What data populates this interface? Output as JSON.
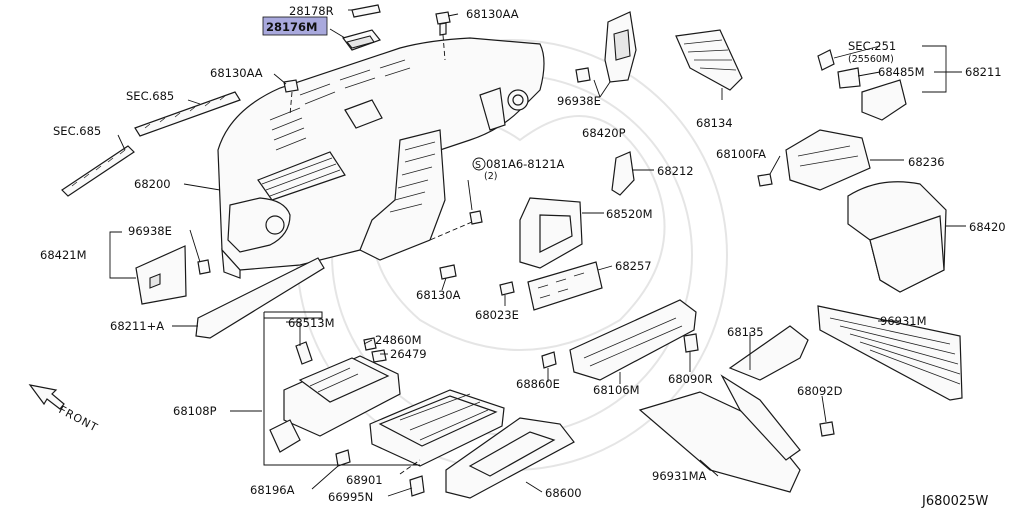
{
  "diagram_id": "J680025W",
  "direction_label": "FRONT",
  "highlight_color": "#a9a9dd",
  "parts": [
    {
      "id": "p28178R",
      "label": "28178R"
    },
    {
      "id": "p28176M",
      "label": "28176M",
      "highlighted": true
    },
    {
      "id": "p68130AA_top",
      "label": "68130AA"
    },
    {
      "id": "p68130AA_left",
      "label": "68130AA"
    },
    {
      "id": "pSEC685_a",
      "label": "SEC.685"
    },
    {
      "id": "pSEC685_b",
      "label": "SEC.685"
    },
    {
      "id": "p68200",
      "label": "68200"
    },
    {
      "id": "p96938E_left",
      "label": "96938E"
    },
    {
      "id": "p68421M",
      "label": "68421M"
    },
    {
      "id": "p68211A",
      "label": "68211+A"
    },
    {
      "id": "p96938E_top",
      "label": "96938E"
    },
    {
      "id": "p68420P",
      "label": "68420P"
    },
    {
      "id": "p68134",
      "label": "68134"
    },
    {
      "id": "pSEC251",
      "label": "SEC.251"
    },
    {
      "id": "p25560M",
      "label": "(25560M)"
    },
    {
      "id": "p68485M",
      "label": "68485M"
    },
    {
      "id": "p68211",
      "label": "68211"
    },
    {
      "id": "p081A6",
      "label": "081A6-8121A",
      "prefix": "S"
    },
    {
      "id": "p081A6_qty",
      "label": "(2)"
    },
    {
      "id": "p68212",
      "label": "68212"
    },
    {
      "id": "p68100FA",
      "label": "68100FA"
    },
    {
      "id": "p68236",
      "label": "68236"
    },
    {
      "id": "p68520M",
      "label": "68520M"
    },
    {
      "id": "p68420",
      "label": "68420"
    },
    {
      "id": "p68257",
      "label": "68257"
    },
    {
      "id": "p68130A",
      "label": "68130A"
    },
    {
      "id": "p68023E",
      "label": "68023E"
    },
    {
      "id": "p96931M",
      "label": "96931M"
    },
    {
      "id": "p68513M",
      "label": "68513M"
    },
    {
      "id": "p24860M",
      "label": "24860M"
    },
    {
      "id": "p26479",
      "label": "26479"
    },
    {
      "id": "p68135",
      "label": "68135"
    },
    {
      "id": "p68860E",
      "label": "68860E"
    },
    {
      "id": "p68106M",
      "label": "68106M"
    },
    {
      "id": "p68090R",
      "label": "68090R"
    },
    {
      "id": "p68092D",
      "label": "68092D"
    },
    {
      "id": "p68108P",
      "label": "68108P"
    },
    {
      "id": "p68901",
      "label": "68901"
    },
    {
      "id": "p68196A",
      "label": "68196A"
    },
    {
      "id": "p66995N",
      "label": "66995N"
    },
    {
      "id": "p68600",
      "label": "68600"
    },
    {
      "id": "p96931MA",
      "label": "96931MA"
    }
  ]
}
